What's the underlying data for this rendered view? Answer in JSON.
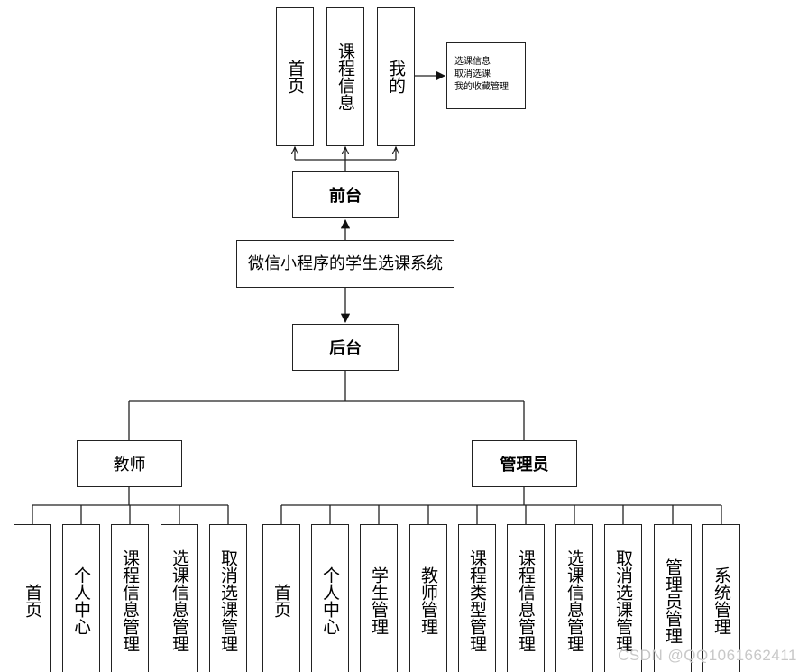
{
  "front": {
    "label": "前台",
    "pages": [
      "首页",
      "课程信息",
      "我的"
    ],
    "my_note": "选课信息\n取消选课\n我的收藏管理"
  },
  "root": {
    "label": "微信小程序的学生选课系统"
  },
  "back": {
    "label": "后台"
  },
  "teacher": {
    "label": "教师",
    "items": [
      "首页",
      "个人中心",
      "课程信息管理",
      "选课信息管理",
      "取消选课管理"
    ]
  },
  "admin": {
    "label": "管理员",
    "items": [
      "首页",
      "个人中心",
      "学生管理",
      "教师管理",
      "课程类型管理",
      "课程信息管理",
      "选课信息管理",
      "取消选课管理",
      "管理员管理",
      "系统管理"
    ]
  },
  "watermark": "CSDN @QQ1061662411"
}
